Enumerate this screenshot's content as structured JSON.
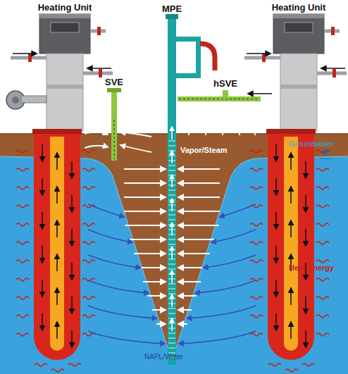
{
  "diagram": {
    "nodes": [
      {
        "text": [
          "Heating Unit"
        ]
      },
      {
        "text": [
          "MPE"
        ]
      },
      {
        "text": [
          "Heating Unit"
        ]
      },
      {
        "text": [
          "SVE"
        ]
      },
      {
        "text": [
          "hSVE"
        ]
      }
    ],
    "labels": [
      "Vapor/Steam",
      "Groundwater",
      "Heat Energy",
      "NAPL/Water"
    ]
  }
}
